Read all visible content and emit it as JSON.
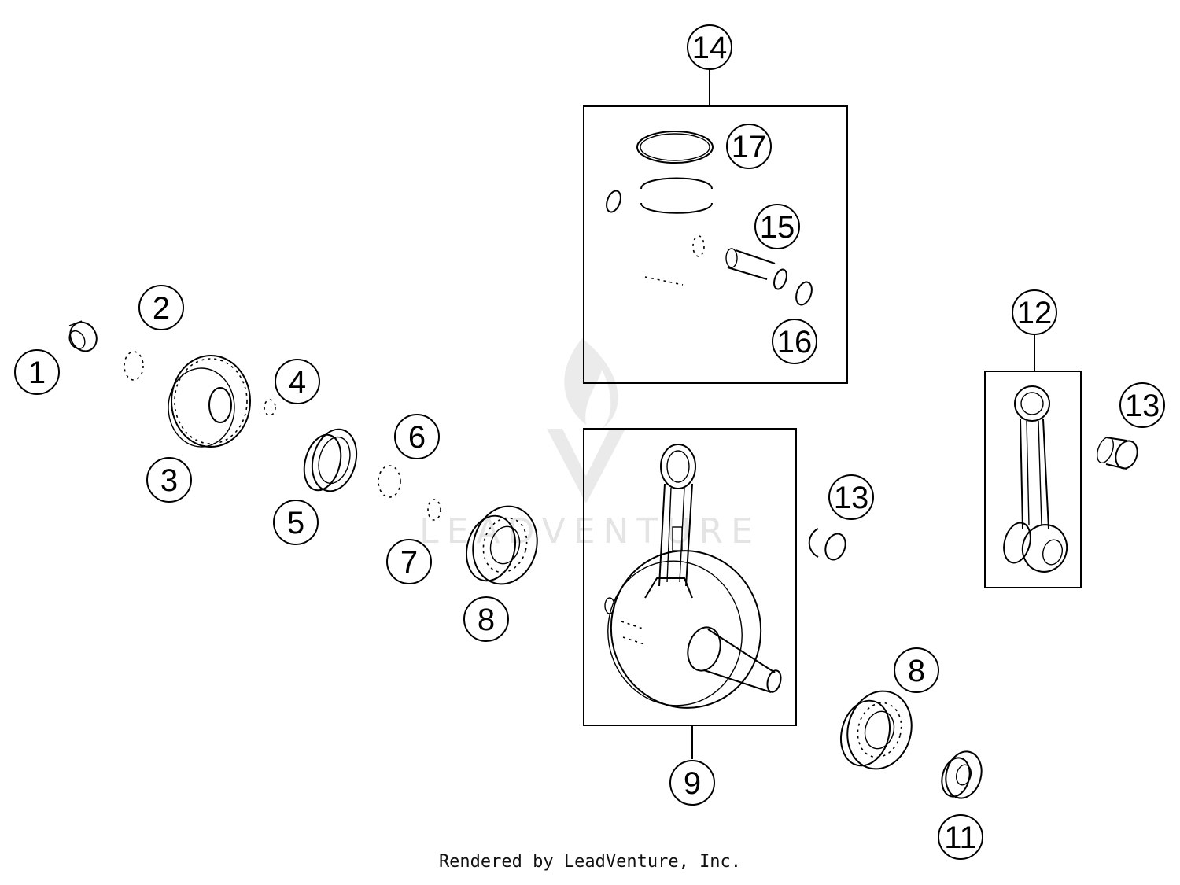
{
  "callouts": [
    "1",
    "2",
    "3",
    "4",
    "5",
    "6",
    "7",
    "8",
    "9",
    "11",
    "12",
    "13",
    "14",
    "15",
    "16",
    "17"
  ],
  "footer_text": "Rendered by LeadVenture, Inc.",
  "watermark": "LEADVENTURE",
  "colors": {
    "ink": "#000000",
    "background": "#ffffff"
  }
}
